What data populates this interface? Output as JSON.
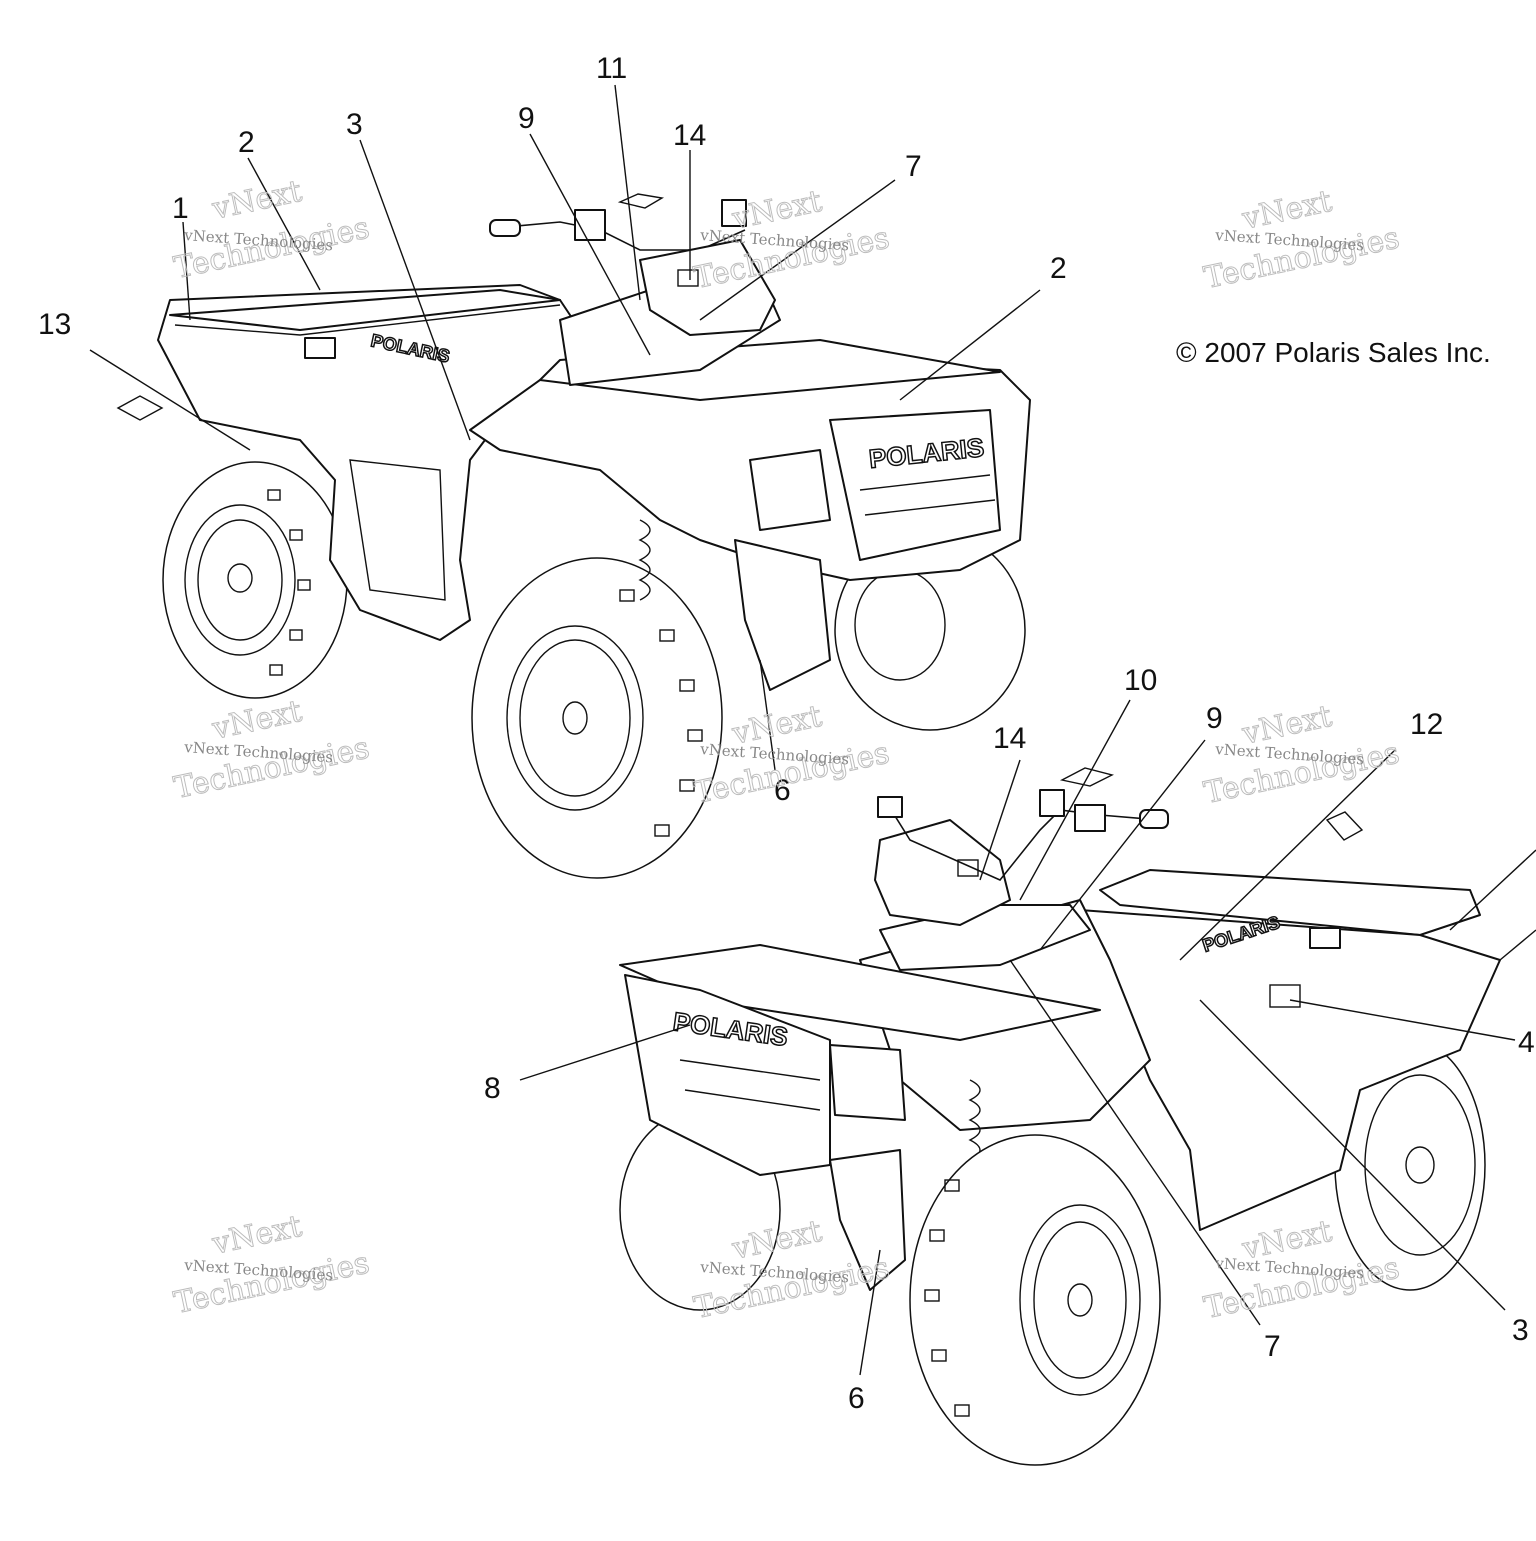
{
  "copyright": "© 2007 Polaris Sales Inc.",
  "brand_logo": "POLARIS",
  "watermark": {
    "line1": "vNext",
    "line2": "vNext Technologies",
    "line3": "Technologies"
  },
  "callouts_top": [
    "1",
    "2",
    "3",
    "9",
    "11",
    "14",
    "7",
    "2",
    "13",
    "6"
  ],
  "callouts_bottom": [
    "10",
    "14",
    "9",
    "12",
    "8",
    "4",
    "3",
    "7",
    "6"
  ]
}
